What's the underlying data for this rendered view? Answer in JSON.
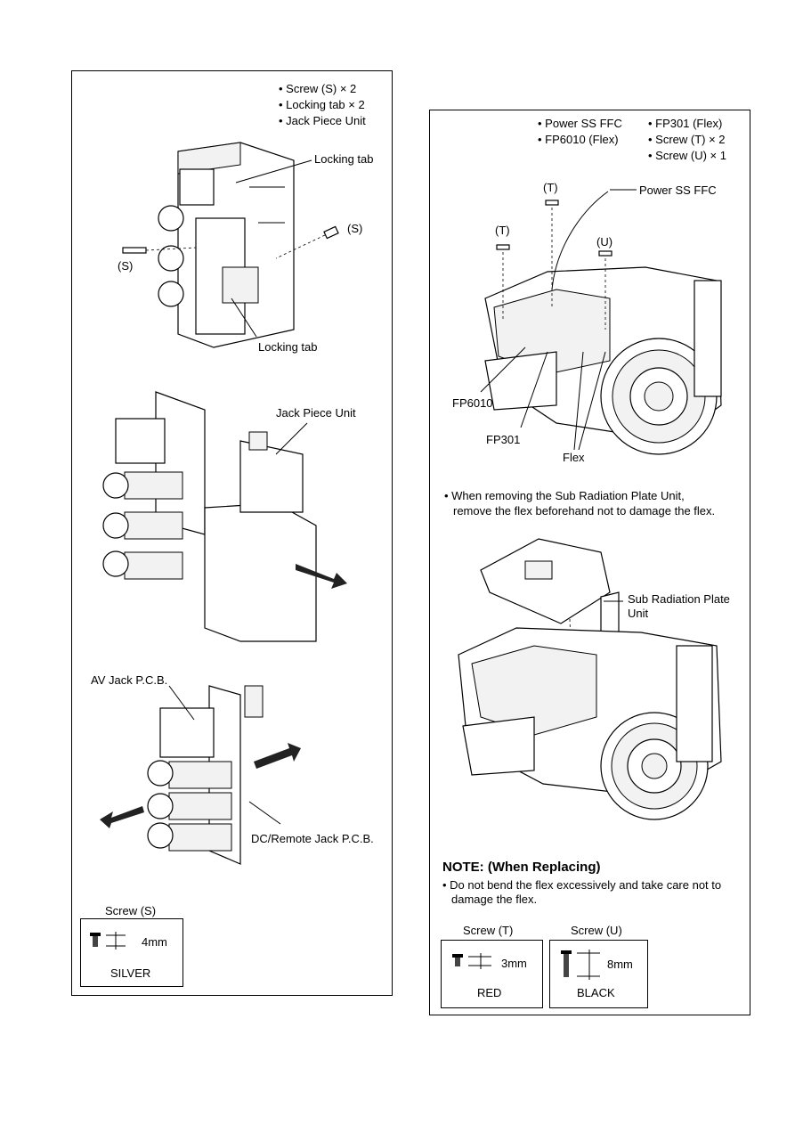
{
  "left_panel": {
    "steps": [
      "• Screw (S) × 2",
      "• Locking tab × 2",
      "• Jack Piece Unit"
    ],
    "labels": {
      "locking_tab_top": "Locking tab",
      "screw_s_right": "(S)",
      "screw_s_left": "(S)",
      "locking_tab_bottom": "Locking tab",
      "jack_piece_unit": "Jack Piece Unit",
      "av_jack_pcb": "AV Jack P.C.B.",
      "dc_remote_jack_pcb": "DC/Remote Jack P.C.B."
    },
    "screw_s": {
      "title": "Screw (S)",
      "size": "4mm",
      "color": "SILVER"
    }
  },
  "right_panel": {
    "steps_col1": [
      "• Power SS FFC",
      "• FP6010 (Flex)"
    ],
    "steps_col2": [
      "• FP301 (Flex)",
      "• Screw (T) × 2",
      "• Screw (U) × 1"
    ],
    "labels": {
      "screw_t_top": "(T)",
      "power_ss_ffc": "Power SS FFC",
      "screw_t_left": "(T)",
      "screw_u": "(U)",
      "fp6010": "FP6010",
      "fp301": "FP301",
      "flex": "Flex",
      "sub_radiation_plate_unit_1": "Sub Radiation Plate",
      "sub_radiation_plate_unit_2": "Unit"
    },
    "warning_1": "• When removing the Sub Radiation Plate Unit,",
    "warning_2": "remove the flex beforehand not to damage the flex.",
    "note_title": "NOTE: (When Replacing)",
    "note_1": "• Do not bend the flex excessively and take care not to",
    "note_2": "damage the flex.",
    "screw_t": {
      "title": "Screw (T)",
      "size": "3mm",
      "color": "RED"
    },
    "screw_u": {
      "title": "Screw (U)",
      "size": "8mm",
      "color": "BLACK"
    }
  }
}
